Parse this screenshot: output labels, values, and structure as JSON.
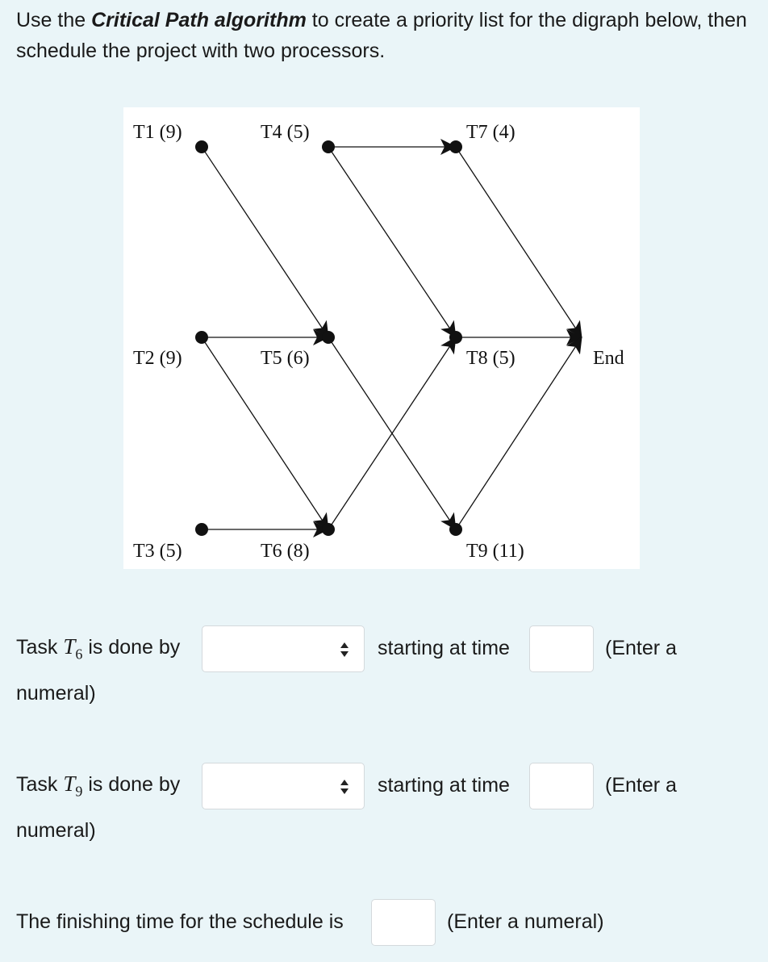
{
  "question": {
    "prefix": "Use the ",
    "emphasis": "Critical Path algorithm",
    "suffix": " to create a priority list for the digraph below, then schedule the project with two processors."
  },
  "graph": {
    "nodes": [
      {
        "id": "T1",
        "label": "T1 (9)"
      },
      {
        "id": "T4",
        "label": "T4 (5)"
      },
      {
        "id": "T7",
        "label": "T7 (4)"
      },
      {
        "id": "T2",
        "label": "T2 (9)"
      },
      {
        "id": "T5",
        "label": "T5 (6)"
      },
      {
        "id": "T8",
        "label": "T8 (5)"
      },
      {
        "id": "End",
        "label": "End"
      },
      {
        "id": "T3",
        "label": "T3 (5)"
      },
      {
        "id": "T6",
        "label": "T6 (8)"
      },
      {
        "id": "T9",
        "label": "T9 (11)"
      }
    ],
    "edges": [
      [
        "T4",
        "T7"
      ],
      [
        "T1",
        "T5"
      ],
      [
        "T4",
        "T8"
      ],
      [
        "T7",
        "End"
      ],
      [
        "T2",
        "T5"
      ],
      [
        "T5",
        "T9"
      ],
      [
        "T2",
        "T6"
      ],
      [
        "T6",
        "T8"
      ],
      [
        "T3",
        "T6"
      ],
      [
        "T8",
        "End"
      ],
      [
        "T9",
        "End"
      ]
    ]
  },
  "rows": [
    {
      "task_prefix": "Task ",
      "task_symbol": "T",
      "task_sub": "6",
      "done_by": " is done by",
      "processor_value": "",
      "starting_text": "starting at time",
      "start_value": "",
      "hint_line1": "(Enter a",
      "hint_line2": "numeral)"
    },
    {
      "task_prefix": "Task ",
      "task_symbol": "T",
      "task_sub": "9",
      "done_by": " is done by",
      "processor_value": "",
      "starting_text": "starting at time",
      "start_value": "",
      "hint_line1": "(Enter a",
      "hint_line2": "numeral)"
    }
  ],
  "finish": {
    "label": "The finishing time for the schedule is",
    "value": "",
    "hint": "(Enter a numeral)"
  }
}
